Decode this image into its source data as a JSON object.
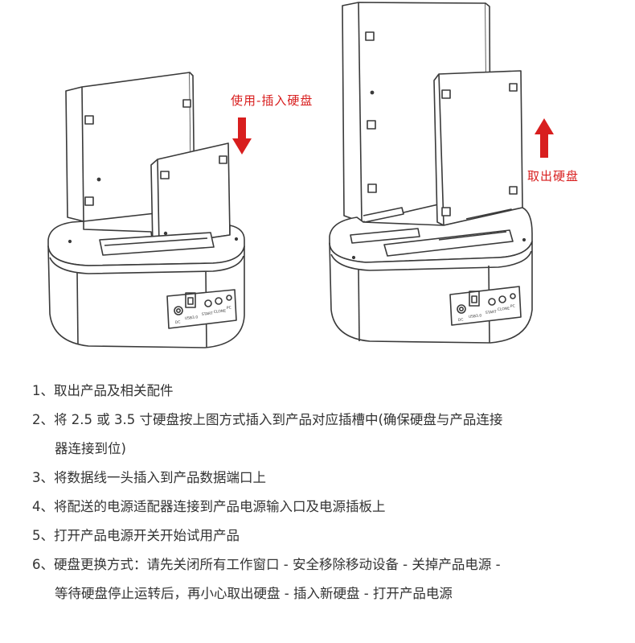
{
  "labels": {
    "insert": "使用-插入硬盘",
    "remove": "取出硬盘"
  },
  "ports": {
    "dc": "DC",
    "usb": "USB3.0",
    "start": "START",
    "clone": "CLONE",
    "pc": "PC"
  },
  "steps": [
    {
      "text": "1、取出产品及相关配件",
      "cont": ""
    },
    {
      "text": "2、将 2.5 或 3.5 寸硬盘按上图方式插入到产品对应插槽中(确保硬盘与产品连接",
      "cont": "器连接到位)"
    },
    {
      "text": "3、将数据线一头插入到产品数据端口上",
      "cont": ""
    },
    {
      "text": "4、将配送的电源适配器连接到产品电源输入口及电源插板上",
      "cont": ""
    },
    {
      "text": "5、打开产品电源开关开始试用产品",
      "cont": ""
    },
    {
      "text": "6、硬盘更换方式：请先关闭所有工作窗口 - 安全移除移动设备 - 关掉产品电源 -",
      "cont": "等待硬盘停止运转后，再小心取出硬盘 - 插入新硬盘 - 打开产品电源"
    }
  ],
  "colors": {
    "accent": "#d81e1e",
    "line": "#3a3a3a",
    "text": "#333333"
  }
}
